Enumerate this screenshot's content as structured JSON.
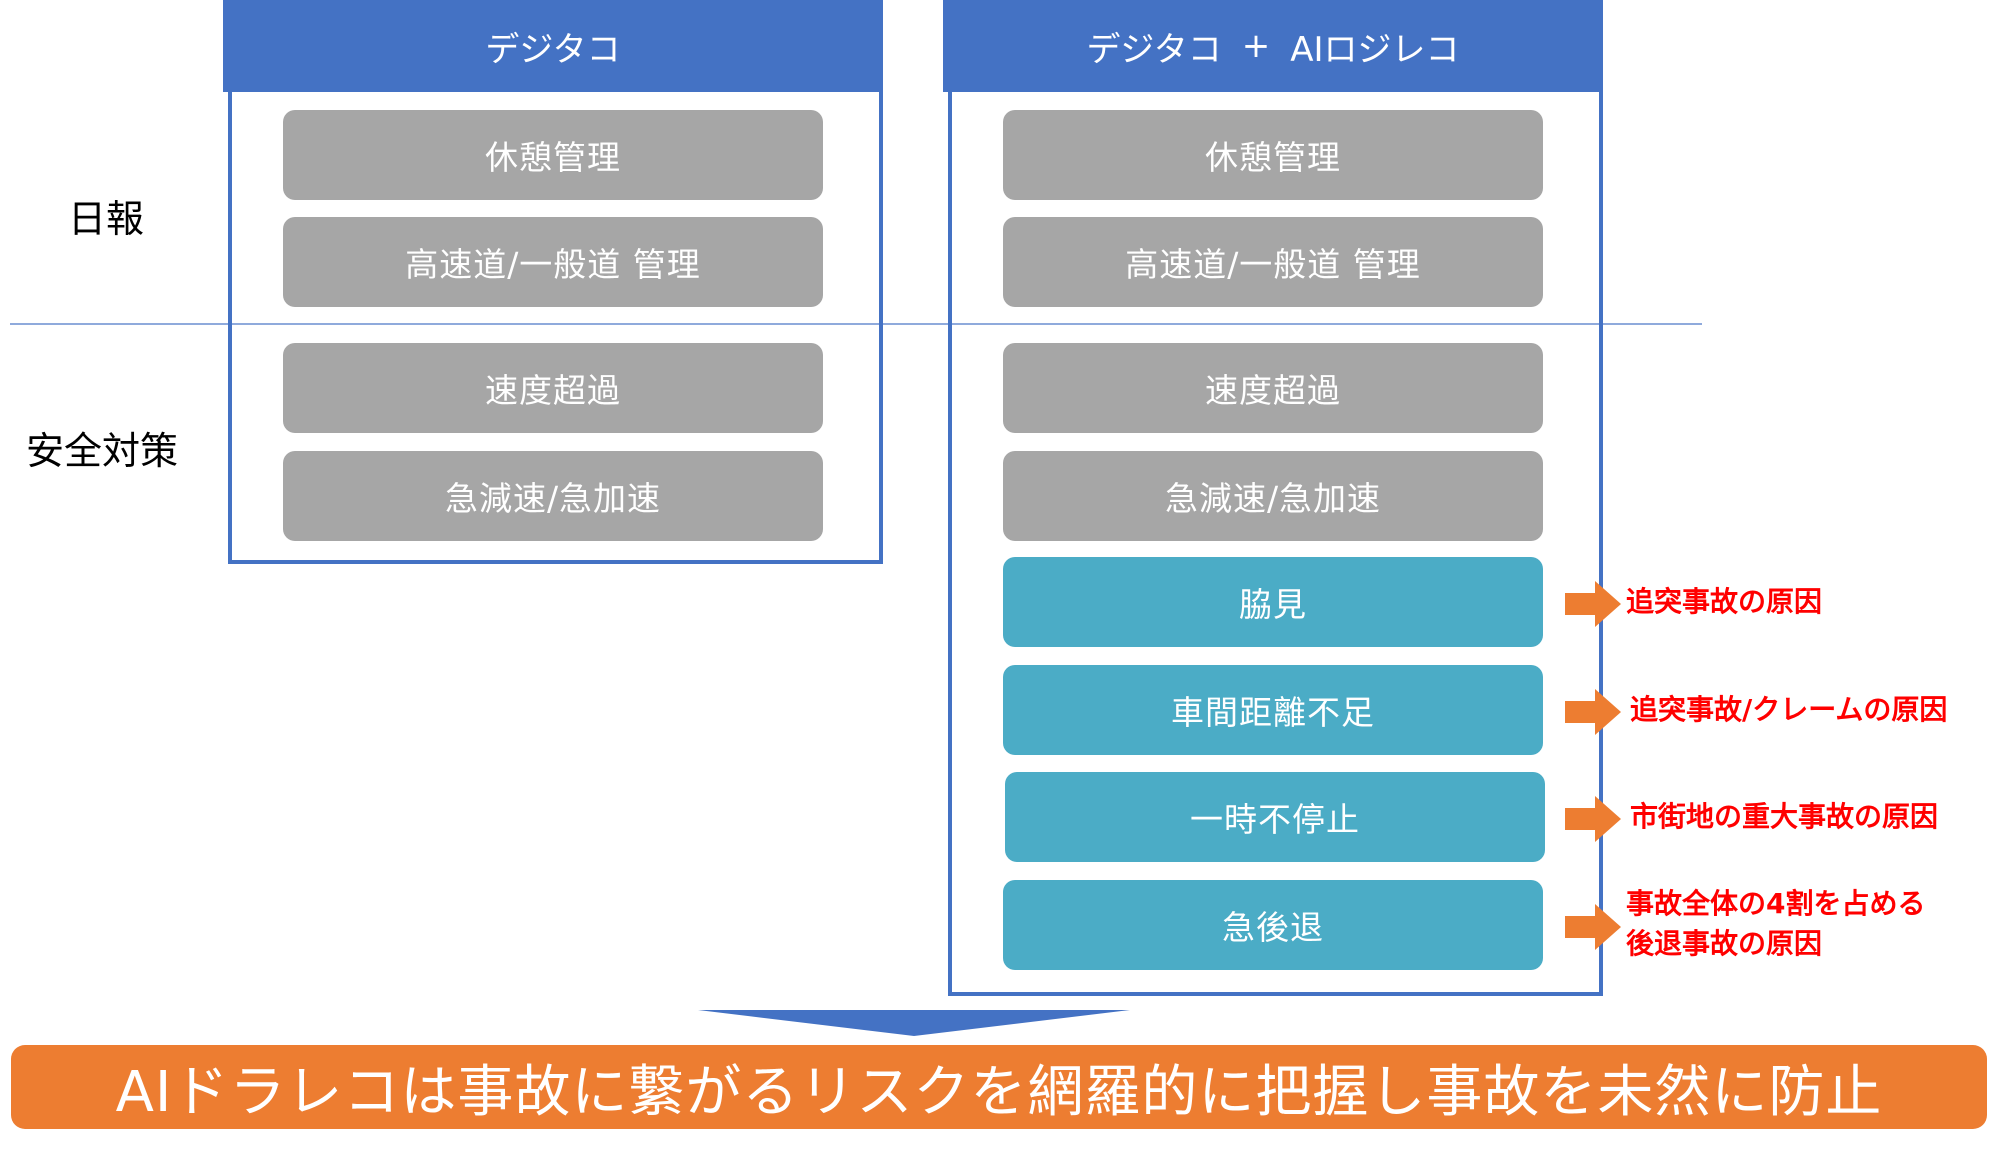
{
  "columns": {
    "left": {
      "title": "デジタコ",
      "items": [
        "休憩管理",
        "高速道/一般道 管理",
        "速度超過",
        "急減速/急加速"
      ]
    },
    "right": {
      "title_part1": "デジタコ",
      "title_plus": "+",
      "title_part2": "AIロジレコ",
      "items": [
        "休憩管理",
        "高速道/一般道 管理",
        "速度超過",
        "急減速/急加速"
      ],
      "extra_items": [
        "脇見",
        "車間距離不足",
        "一時不停止",
        "急後退"
      ]
    }
  },
  "rows": {
    "daily_report": "日報",
    "safety": "安全対策"
  },
  "notes": [
    {
      "lines": [
        "追突事故の原因"
      ]
    },
    {
      "lines": [
        "追突事故/クレームの原因"
      ]
    },
    {
      "lines": [
        "市街地の重大事故の原因"
      ]
    },
    {
      "lines": [
        "事故全体の4割を占める",
        "後退事故の原因"
      ]
    }
  ],
  "banner": "AIドラレコは事故に繋がるリスクを網羅的に把握し事故を未然に防止",
  "colors": {
    "header_blue": "#4472c4",
    "pill_gray": "#a6a6a6",
    "pill_teal": "#4bacc6",
    "arrow_orange": "#ed7d31",
    "note_red": "#ff0000"
  }
}
